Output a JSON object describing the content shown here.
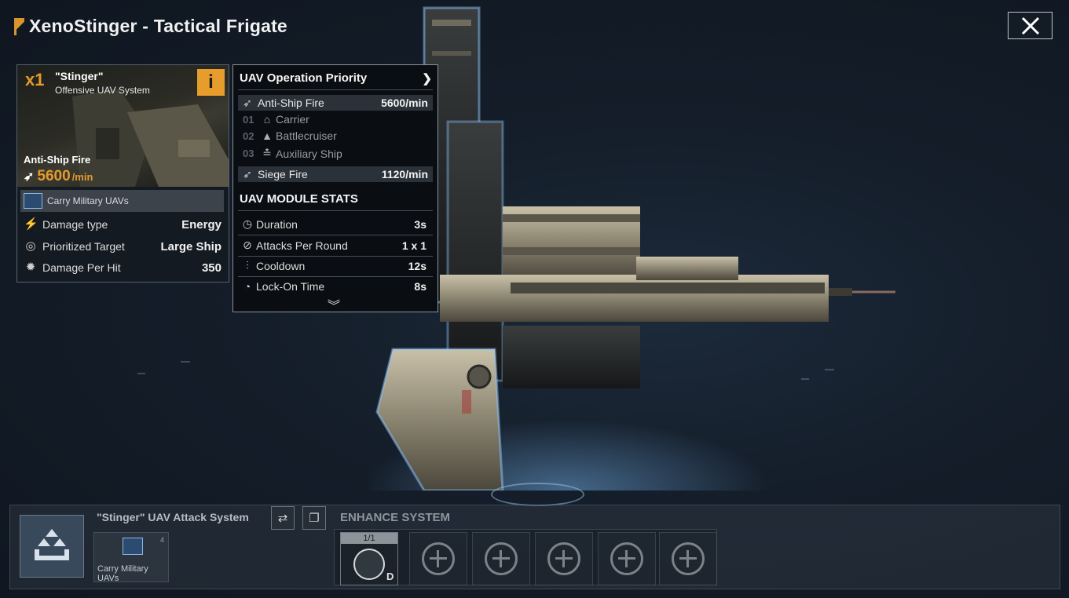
{
  "header": {
    "title": "XenoStinger - Tactical Frigate",
    "close_icon": "close-icon"
  },
  "card": {
    "quantity": "x1",
    "name": "\"Stinger\"",
    "subtitle": "Offensive UAV System",
    "info_label": "i",
    "fire_label": "Anti-Ship Fire",
    "fire_value": "5600",
    "fire_unit": "/min",
    "carry_label": "Carry Military UAVs",
    "stats": [
      {
        "label": "Damage type",
        "value": "Energy",
        "icon": "damage-type-icon"
      },
      {
        "label": "Prioritized Target",
        "value": "Large Ship",
        "icon": "target-icon"
      },
      {
        "label": "Damage Per Hit",
        "value": "350",
        "icon": "damage-hit-icon"
      }
    ]
  },
  "popup": {
    "priority_title": "UAV Operation Priority",
    "anti_ship": {
      "label": "Anti-Ship Fire",
      "value": "5600/min"
    },
    "priorities": [
      {
        "num": "01",
        "label": "Carrier"
      },
      {
        "num": "02",
        "label": "Battlecruiser"
      },
      {
        "num": "03",
        "label": "Auxiliary Ship"
      }
    ],
    "siege": {
      "label": "Siege Fire",
      "value": "1120/min"
    },
    "module_title": "UAV MODULE STATS",
    "module_stats": [
      {
        "label": "Duration",
        "value": "3s"
      },
      {
        "label": "Attacks Per Round",
        "value": "1 x 1"
      },
      {
        "label": "Cooldown",
        "value": "12s"
      },
      {
        "label": "Lock-On Time",
        "value": "8s"
      }
    ]
  },
  "bottom": {
    "system_name": "\"Stinger\" UAV Attack System",
    "uav_count": "4",
    "uav_label": "Carry Military UAVs",
    "enhance_title": "ENHANCE SYSTEM",
    "enhance_count": "1/1",
    "enhance_grade": "D"
  },
  "colors": {
    "accent": "#e49a2e",
    "background": "#141d29"
  }
}
